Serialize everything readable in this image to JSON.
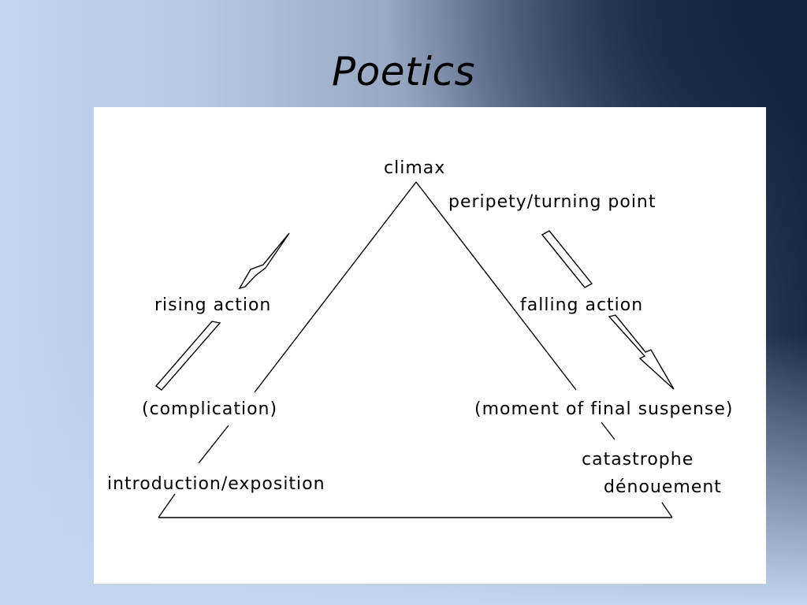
{
  "slide": {
    "title": "Poetics"
  },
  "diagram": {
    "labels": {
      "climax": "climax",
      "peripety": "peripety/turning point",
      "rising_action": "rising action",
      "falling_action": "falling action",
      "complication": "(complication)",
      "moment_final_suspense": "(moment of final suspense)",
      "catastrophe": "catastrophe",
      "denouement": "dénouement",
      "introduction": "introduction/exposition"
    }
  }
}
